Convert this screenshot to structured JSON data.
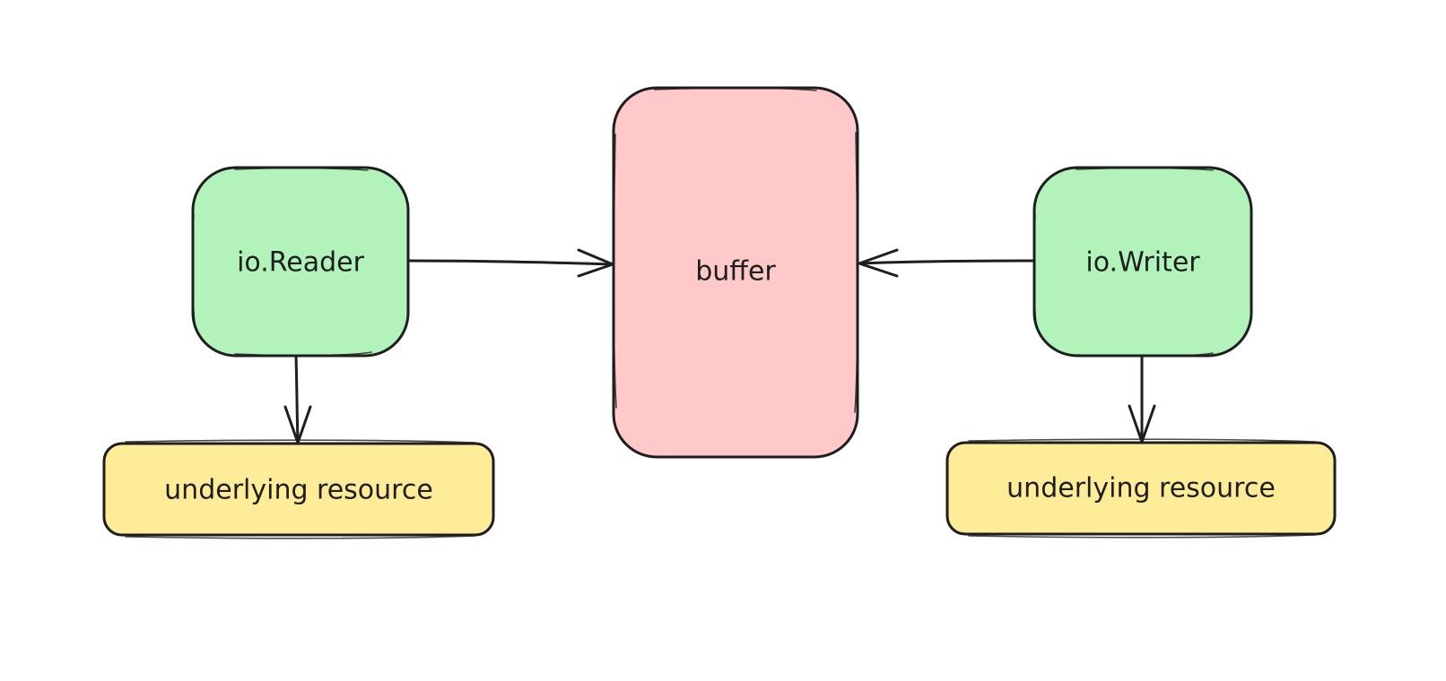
{
  "nodes": {
    "reader": {
      "label": "io.Reader",
      "fill": "#b2f2bb"
    },
    "buffer": {
      "label": "buffer",
      "fill": "#ffc9c9"
    },
    "writer": {
      "label": "io.Writer",
      "fill": "#b2f2bb"
    },
    "reader_resource": {
      "label": "underlying resource",
      "fill": "#ffec99"
    },
    "writer_resource": {
      "label": "underlying resource",
      "fill": "#ffec99"
    }
  },
  "edges": [
    {
      "from": "io.Reader",
      "to": "buffer"
    },
    {
      "from": "io.Writer",
      "to": "buffer"
    },
    {
      "from": "io.Reader",
      "to": "underlying resource"
    },
    {
      "from": "io.Writer",
      "to": "underlying resource"
    }
  ],
  "stroke_color": "#1e1e1e"
}
